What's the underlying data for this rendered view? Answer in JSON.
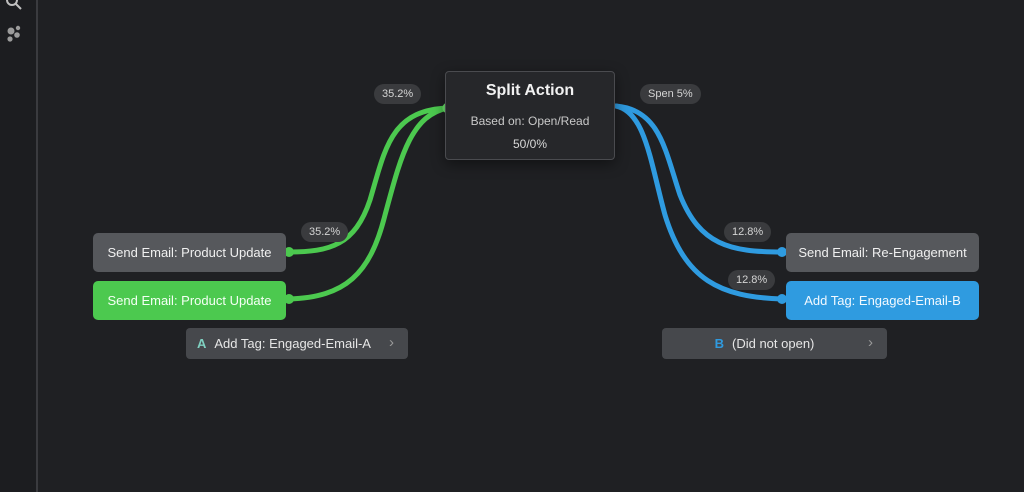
{
  "sidebar": {
    "icons": [
      {
        "name": "search-icon"
      },
      {
        "name": "apps-cluster-icon"
      }
    ]
  },
  "split_node": {
    "title": "Split Action",
    "based_on": "Based on: Open/Read",
    "ratio": "50/0%"
  },
  "connector_labels": {
    "left_top": "35.2%",
    "right_top": "Spen 5%",
    "left_branch": "35.2%",
    "right_branch_1": "12.8%",
    "right_branch_2": "12.8%"
  },
  "left_nodes": [
    {
      "label": "Send Email: Product Update",
      "style": "gray"
    },
    {
      "label": "Send Email: Product Update",
      "style": "green"
    }
  ],
  "right_nodes": [
    {
      "label": "Send Email: Re-Engagement",
      "style": "gray"
    },
    {
      "label": "Add Tag: Engaged-Email-B",
      "style": "blue"
    }
  ],
  "branches": {
    "a": {
      "letter": "A",
      "label": "Add Tag: Engaged-Email-A",
      "chevron": "›",
      "letter_color": "#7fd0c0"
    },
    "b": {
      "letter": "B",
      "label": "(Did not open)",
      "chevron": "›",
      "letter_color": "#2f9be0"
    }
  },
  "colors": {
    "green": "#4cc94f",
    "blue": "#2f9be0",
    "background": "#1f2023"
  }
}
